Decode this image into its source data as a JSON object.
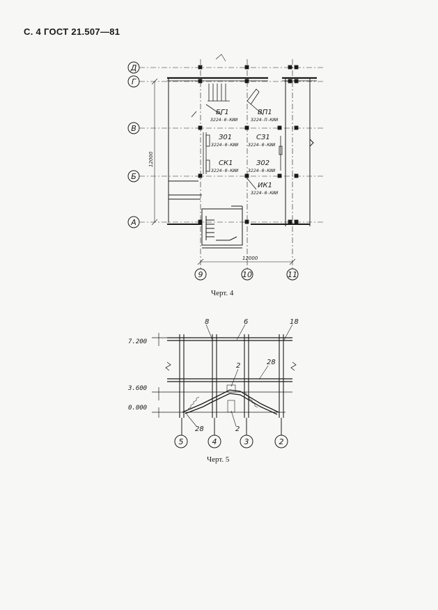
{
  "header": {
    "text": "С. 4 ГОСТ 21.507—81"
  },
  "figure4": {
    "caption": "Черт. 4",
    "row_axes": [
      "Д",
      "Г",
      "В",
      "Б",
      "А"
    ],
    "col_axes": [
      "9",
      "10",
      "11"
    ],
    "dim_vertical": "12000",
    "dim_horizontal": "12000",
    "labels": {
      "bg1": "БГ1",
      "bg1_code": "3224-0-КИИ",
      "vp1": "ВП1",
      "vp1_code": "3224-П-КИИ",
      "z01": "З01",
      "z01_code": "3224-0-КИИ",
      "s31": "СЗ1",
      "s31_code": "3224-0-КИИ",
      "sk1": "СК1",
      "sk1_code": "3224-0-КИИ",
      "z02": "З02",
      "z02_code": "3224-0-КИИ",
      "ik1": "ИК1",
      "ik1_code": "3224-0-КИИ"
    }
  },
  "figure5": {
    "caption": "Черт. 5",
    "axes": [
      "5",
      "4",
      "3",
      "2"
    ],
    "levels": [
      "7.200",
      "3.600",
      "0.000"
    ],
    "labels": {
      "l8": "8",
      "l6": "6",
      "l18": "18",
      "l2_top": "2",
      "l28_right": "28",
      "l28_left": "28",
      "l2_bottom": "2"
    }
  }
}
